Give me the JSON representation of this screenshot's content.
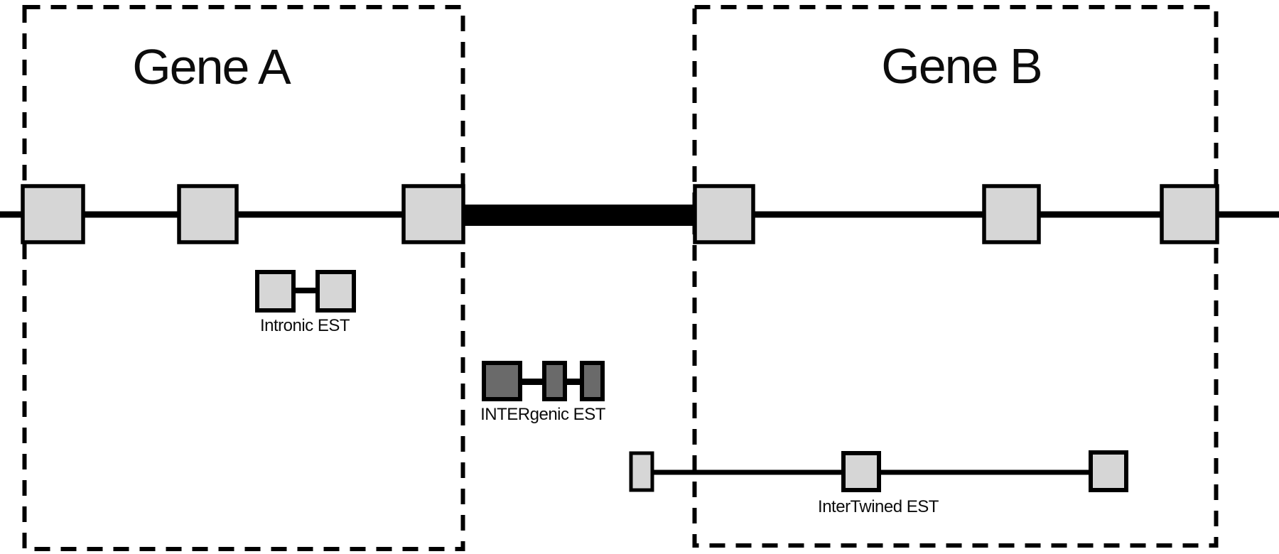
{
  "figure": {
    "gene_a_label": "Gene A",
    "gene_b_label": "Gene B",
    "intronic_est_label": "Intronic EST",
    "intergenic_est_label": "INTERgenic EST",
    "intertwined_est_label": "InterTwined EST"
  },
  "colors": {
    "background": "#ffffff",
    "outline": "#000000",
    "exon_fill": "#d6d6d6",
    "intergenic_exon_fill": "#6a6a6a",
    "intergenic_region_fill": "#000000"
  }
}
